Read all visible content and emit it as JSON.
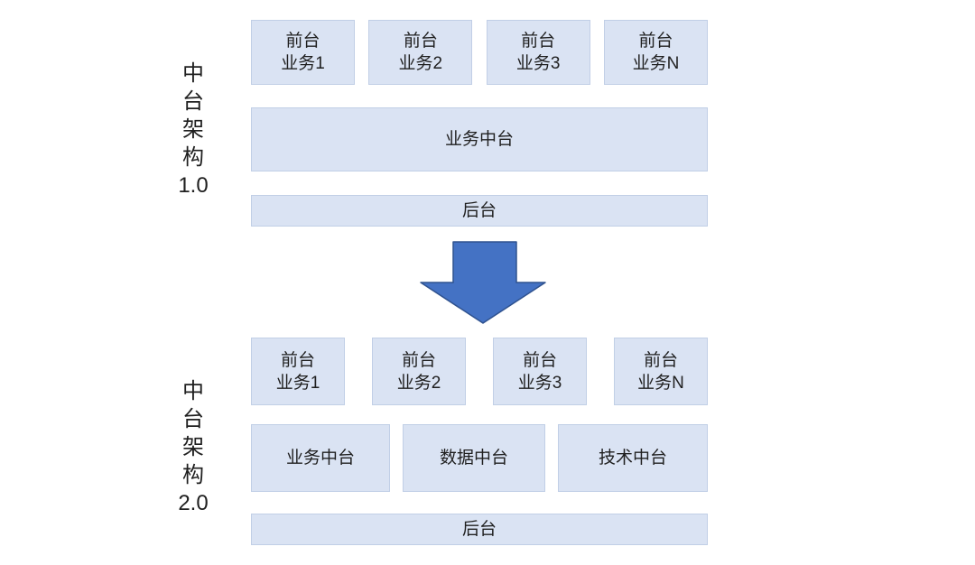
{
  "colors": {
    "box_fill": "#dae3f3",
    "box_text": "#1f1f1f",
    "arrow_fill": "#4472c4",
    "arrow_stroke": "#2f528f",
    "background": "#ffffff"
  },
  "diagram": {
    "sections": [
      {
        "side_label": "中\n台\n架\n构\n1.0",
        "front_boxes": [
          "前台\n业务1",
          "前台\n业务2",
          "前台\n业务3",
          "前台\n业务N"
        ],
        "middle_boxes": [
          "业务中台"
        ],
        "back_box": "后台"
      },
      {
        "side_label": "中\n台\n架\n构\n2.0",
        "front_boxes": [
          "前台\n业务1",
          "前台\n业务2",
          "前台\n业务3",
          "前台\n业务N"
        ],
        "middle_boxes": [
          "业务中台",
          "数据中台",
          "技术中台"
        ],
        "back_box": "后台"
      }
    ],
    "arrow": "down-arrow"
  }
}
